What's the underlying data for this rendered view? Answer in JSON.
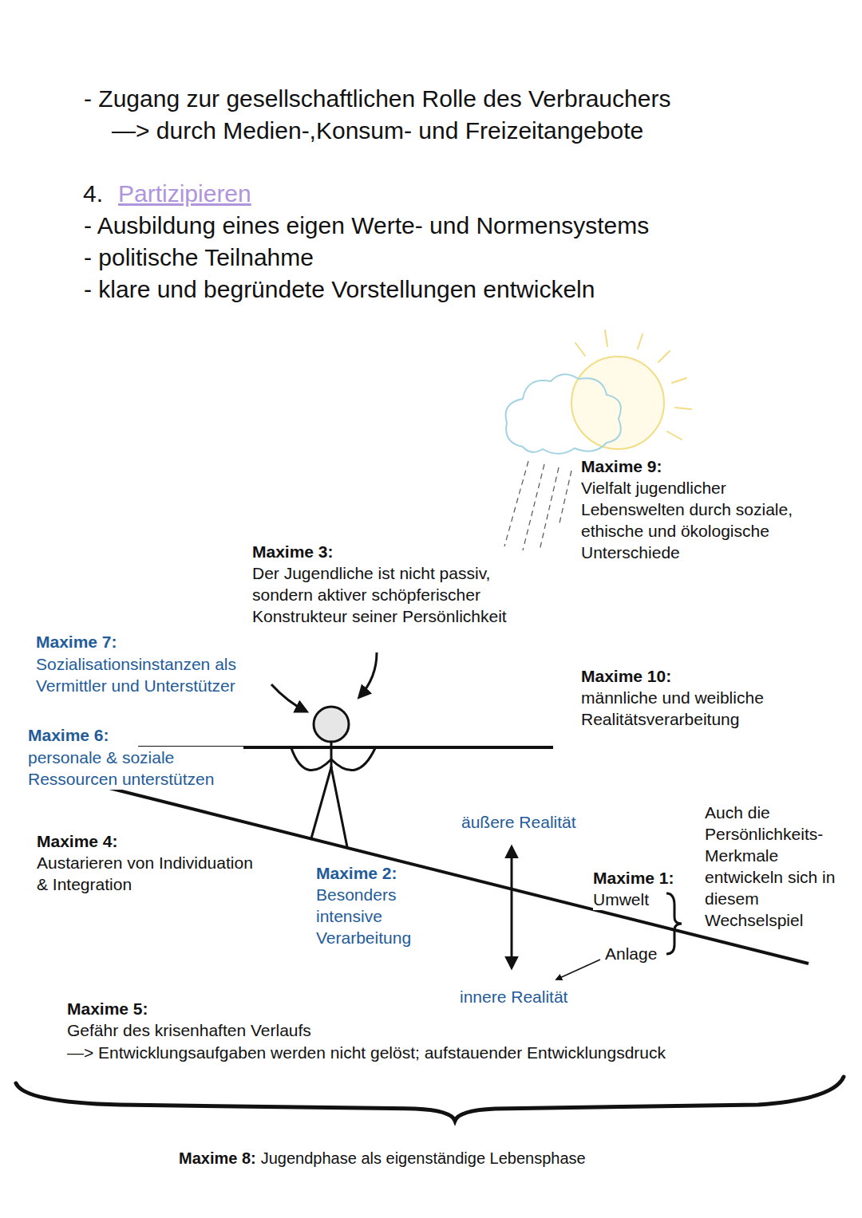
{
  "diagram": {
    "labels": [
      "- Zugang zur gesellschaftlichen Rolle des Verbrauchers",
      "—> durch Medien-,Konsum- und Freizeitangebote",
      "4.",
      "Partizipieren",
      "- Ausbildung eines eigen Werte- und Normensystems",
      "- politische Teilnahme",
      "- klare und begründete Vorstellungen entwickeln",
      "Maxime 9:",
      "Vielfalt jugendlicher Lebenswelten durch soziale, ethische und ökologische Unterschiede",
      "Maxime 3:",
      "Der Jugendliche ist nicht passiv, sondern aktiver schöpferischer Konstrukteur seiner Persönlichkeit",
      "Maxime 7:",
      "Sozialisationsinstanzen als Vermittler und Unterstützer",
      "Maxime 10:",
      "männliche und weibliche Realitätsverarbeitung",
      "Maxime 6:",
      "personale & soziale Ressourcen unterstützen",
      "äußere Realität",
      "Auch die Persönlichkeits- Merkmale entwickeln sich in diesem Wechselspiel",
      "Maxime 4:",
      "Austarieren von Individuation & Integration",
      "Maxime 2:",
      "Besonders intensive Verarbeitung",
      "Maxime 1:",
      "Umwelt",
      "Anlage",
      "innere Realität",
      "Maxime 5:",
      "Gefähr des krisenhaften Verlaufs",
      "—> Entwicklungsaufgaben werden nicht gelöst; aufstauender Entwicklungsdruck",
      "Maxime 8:",
      "Jugendphase als eigenständige Lebensphase"
    ]
  }
}
